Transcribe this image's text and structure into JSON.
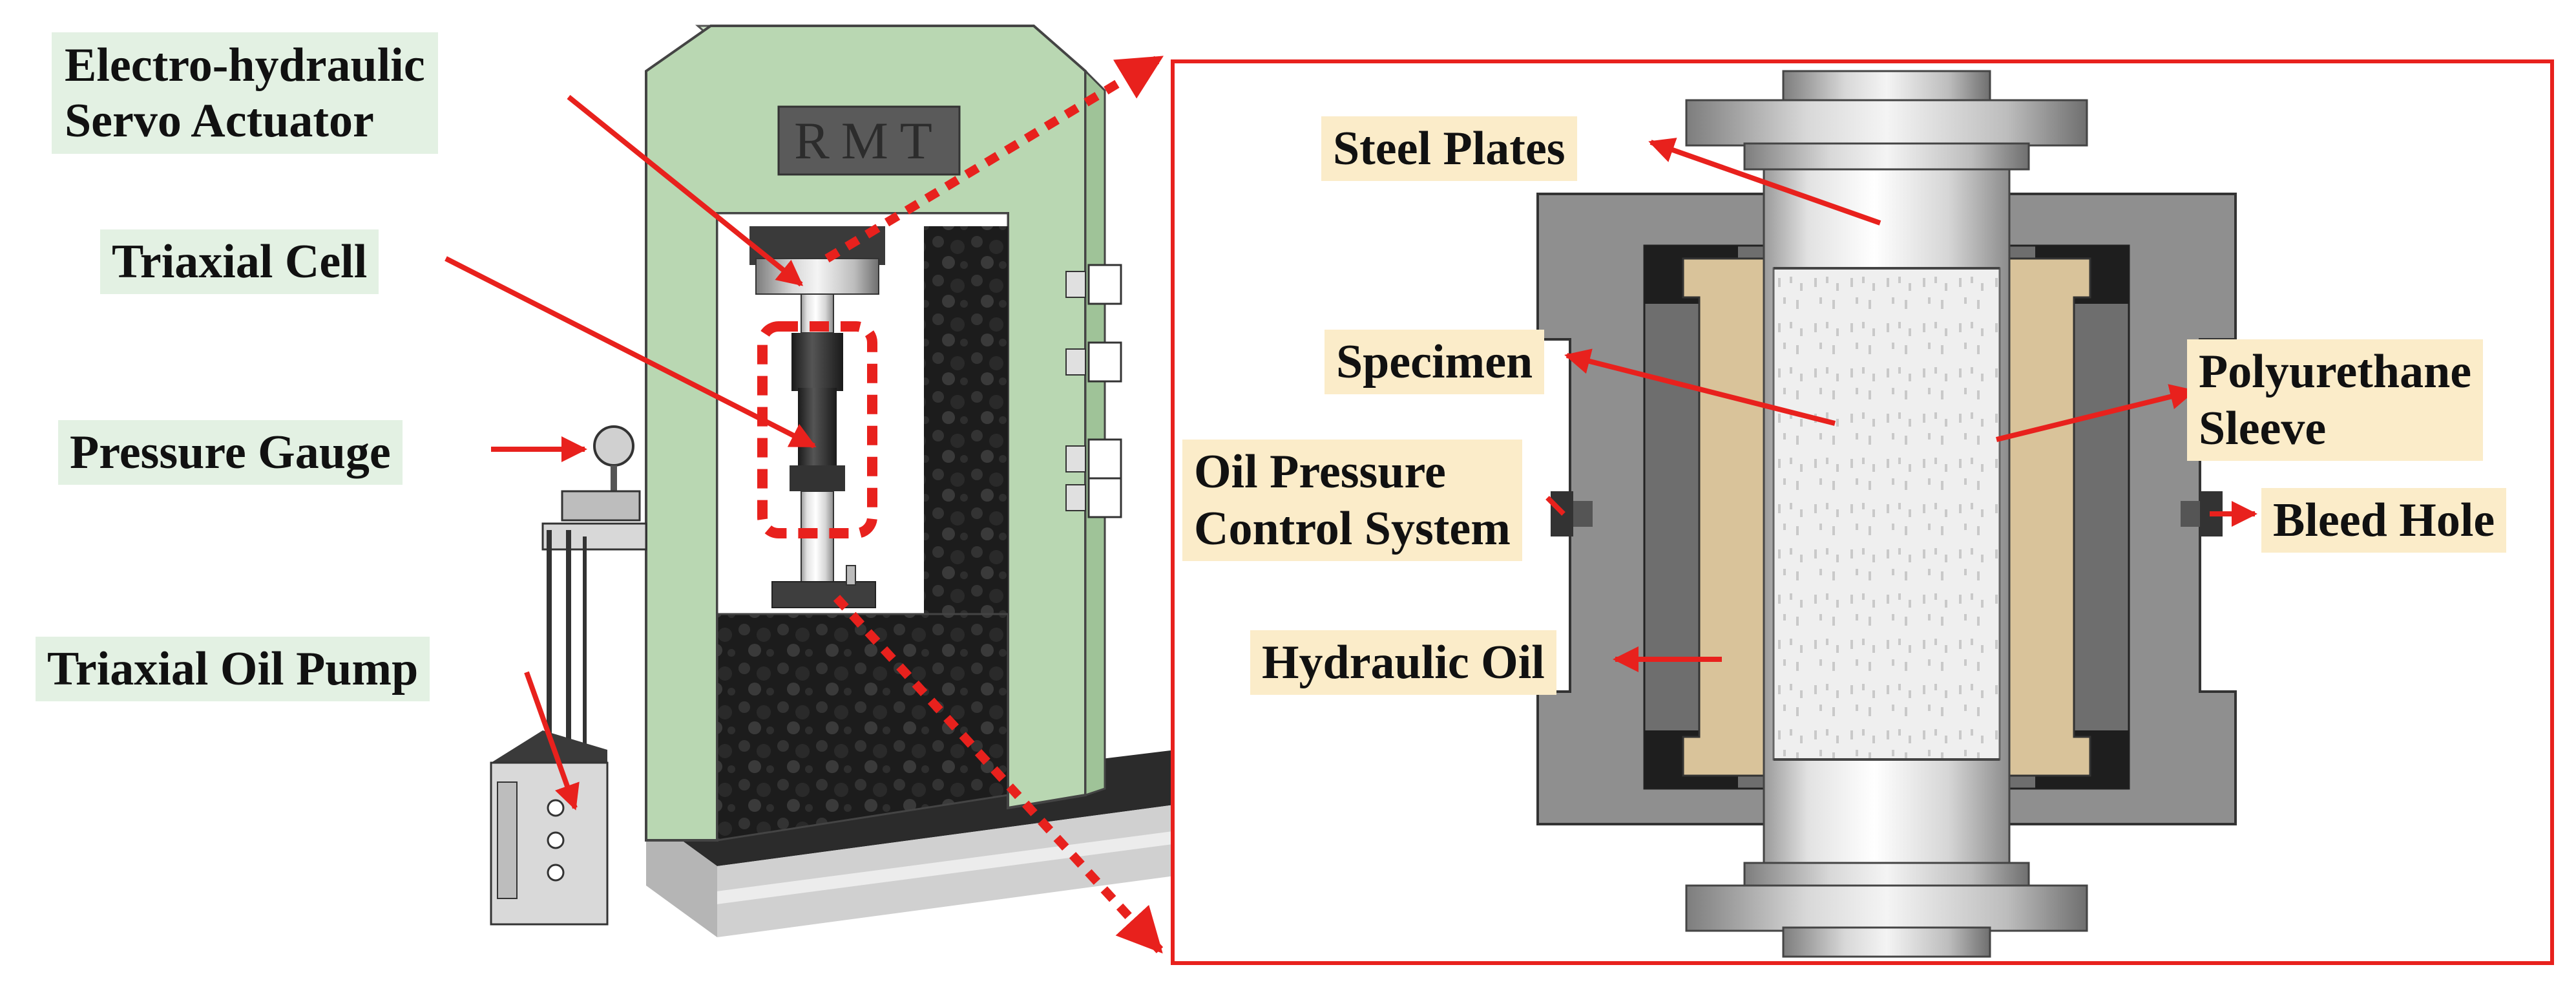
{
  "machine": {
    "brand_plate": "RMT",
    "labels": {
      "actuator_line1": "Electro-hydraulic",
      "actuator_line2": "Servo Actuator",
      "triaxial_cell": "Triaxial Cell",
      "pressure_gauge": "Pressure Gauge",
      "oil_pump": "Triaxial Oil Pump"
    }
  },
  "cell_detail": {
    "labels": {
      "steel_plates": "Steel Plates",
      "specimen": "Specimen",
      "sleeve_line1": "Polyurethane",
      "sleeve_line2": "Sleeve",
      "oil_control_line1": "Oil Pressure",
      "oil_control_line2": "Control System",
      "bleed_hole": "Bleed Hole",
      "hydraulic_oil": "Hydraulic Oil"
    }
  },
  "colors": {
    "frame_green": "#b9d7b2",
    "label_green_bg": "#e3f1e3",
    "label_tan_bg": "#fbecc9",
    "callout_red": "#e8211d",
    "cell_body_gray": "#8f8f8f",
    "sleeve_tan": "#d9c39a"
  }
}
